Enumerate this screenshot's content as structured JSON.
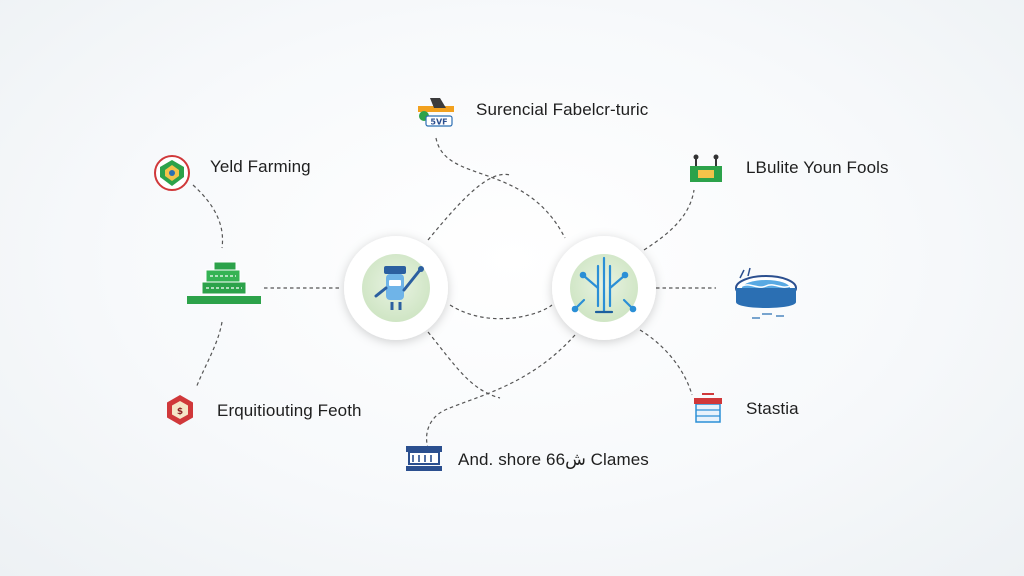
{
  "labels": {
    "yield_farming": "Yeld Farming",
    "surencial": "Surencial Fabelcr-turic",
    "liquidity_pools": "LBulite Youn Fools",
    "equity_festival": "Erquitiouting Feoth",
    "and_shore": "And. shore 66ش Clames",
    "stastia": "Stastia"
  },
  "icons": {
    "yield_farming": "shield-badge-icon",
    "surencial": "pencil-tag-icon",
    "liquidity_pools": "farm-sign-icon",
    "equity_festival": "hexagon-badge-icon",
    "and_shore": "kiosk-icon",
    "stastia": "basket-icon",
    "money_stack": "money-stack-icon",
    "pool": "pool-icon",
    "hub_left": "robot-worker-icon",
    "hub_right": "circuit-tower-icon"
  },
  "colors": {
    "green": "#2ca24a",
    "blue": "#2b6fb3",
    "red": "#d0383a",
    "line": "#555555"
  }
}
